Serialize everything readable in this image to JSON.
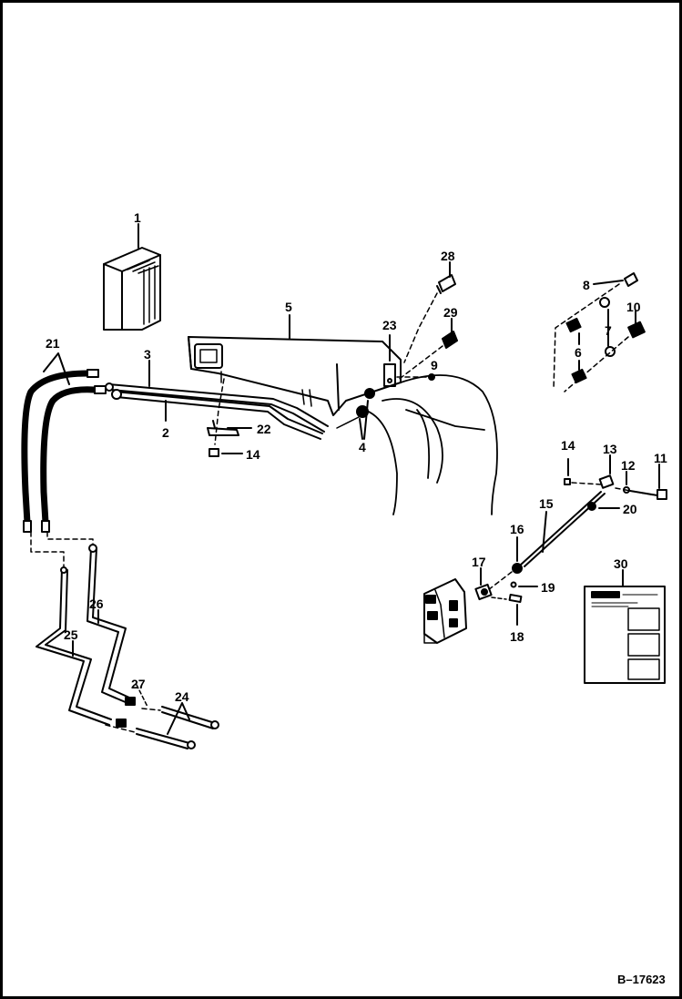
{
  "figure_ref": "B–17623",
  "labels": {
    "l1": "1",
    "l2": "2",
    "l3": "3",
    "l4": "4",
    "l5": "5",
    "l6": "6",
    "l7": "7",
    "l8": "8",
    "l9": "9",
    "l10": "10",
    "l11": "11",
    "l12": "12",
    "l13": "13",
    "l14a": "14",
    "l14b": "14",
    "l15": "15",
    "l16": "16",
    "l17": "17",
    "l18": "18",
    "l19": "19",
    "l20": "20",
    "l21": "21",
    "l22": "22",
    "l23": "23",
    "l24": "24",
    "l25": "25",
    "l26": "26",
    "l27": "27",
    "l28": "28",
    "l29": "29",
    "l30": "30"
  }
}
